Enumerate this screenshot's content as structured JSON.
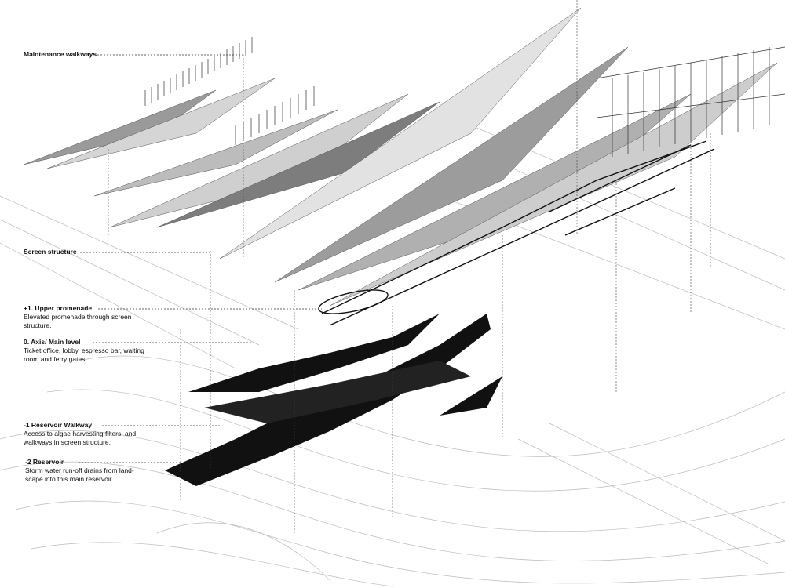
{
  "labels": {
    "maintenance": {
      "title": "Maintenance walkways"
    },
    "screen": {
      "title": "Screen structure"
    },
    "upper": {
      "title": "+1. Upper promenade",
      "desc": "Elevated promenade through screen structure."
    },
    "main": {
      "title": "0. Axis/ Main level",
      "desc": "Ticket office, lobby, espresso bar, waiting room and ferry gates"
    },
    "walkway": {
      "title": "-1 Reservoir Walkway",
      "desc": "Access to algae harvesting filters, and walkways in screen structure."
    },
    "reservoir": {
      "title": "-2 Reservoir",
      "desc": "Storm water run-off drains from land-scape into this main reservoir."
    }
  },
  "colors": {
    "ink": "#111111",
    "screen_gray": "#8a8a8a",
    "line_gray": "#b5b5b5"
  }
}
